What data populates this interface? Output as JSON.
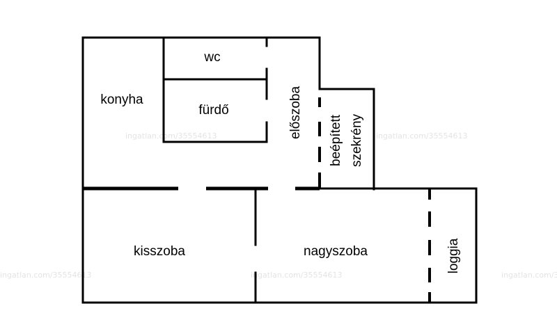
{
  "rooms": {
    "wc": "wc",
    "furdo": "fürdő",
    "konyha": "konyha",
    "eloszoba": "előszoba",
    "szekreny_line1": "beépített",
    "szekreny_line2": "szekrény",
    "kisszoba": "kisszoba",
    "nagyszoba": "nagyszoba",
    "loggia": "loggia"
  },
  "watermark": "ingatlan.com/35554613"
}
